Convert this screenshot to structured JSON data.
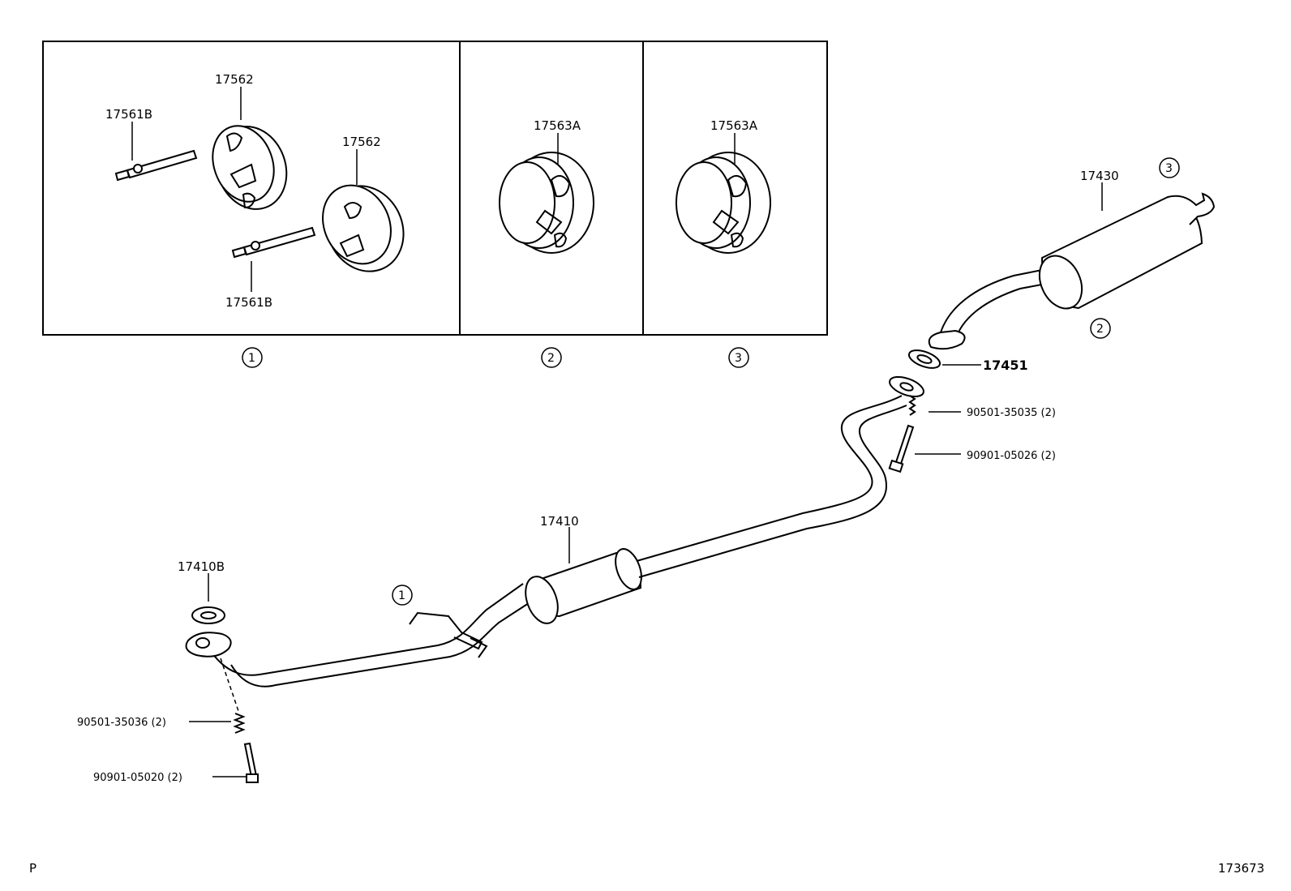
{
  "parts": {
    "p17562_a": "17562",
    "p17562_b": "17562",
    "p17561B_a": "17561B",
    "p17561B_b": "17561B",
    "p17563A_a": "17563A",
    "p17563A_b": "17563A",
    "p17430": "17430",
    "p17451": "17451",
    "p90501_35035": "90501-35035 (2)",
    "p90901_05026": "90901-05026 (2)",
    "p17410": "17410",
    "p17410B": "17410B",
    "p90501_35036": "90501-35036 (2)",
    "p90901_05020": "90901-05020 (2)"
  },
  "callouts": {
    "panel1": "1",
    "panel2": "2",
    "panel3": "3",
    "hanger1": "1",
    "hanger2": "2",
    "hanger3": "3"
  },
  "footer": {
    "left_code": "P",
    "diagram_id": "173673"
  }
}
